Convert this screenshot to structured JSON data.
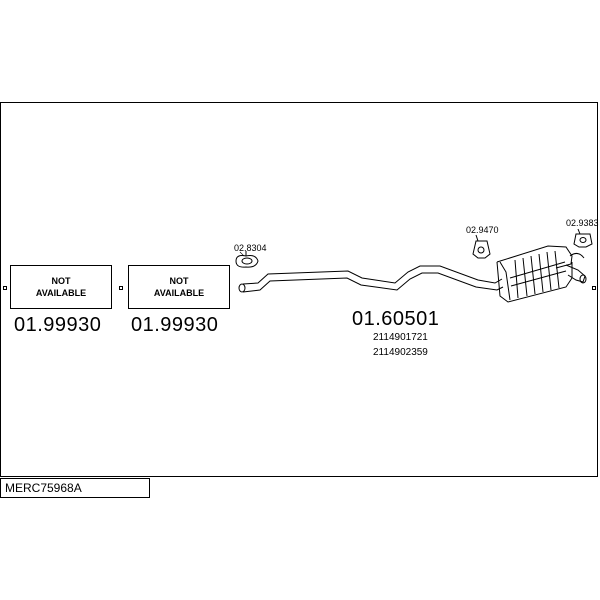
{
  "diagram": {
    "boxes": [
      {
        "text": "NOT\nAVAILABLE",
        "part": "01.99930"
      },
      {
        "text": "NOT\nAVAILABLE",
        "part": "01.99930"
      }
    ],
    "clamp_part": "02.8304",
    "pipe_part": "01.60501",
    "oe_numbers": [
      "2114901721",
      "2114902359"
    ],
    "hanger1_part": "02.9470",
    "hanger2_part": "02.9383",
    "model_code": "MERC75968A"
  }
}
